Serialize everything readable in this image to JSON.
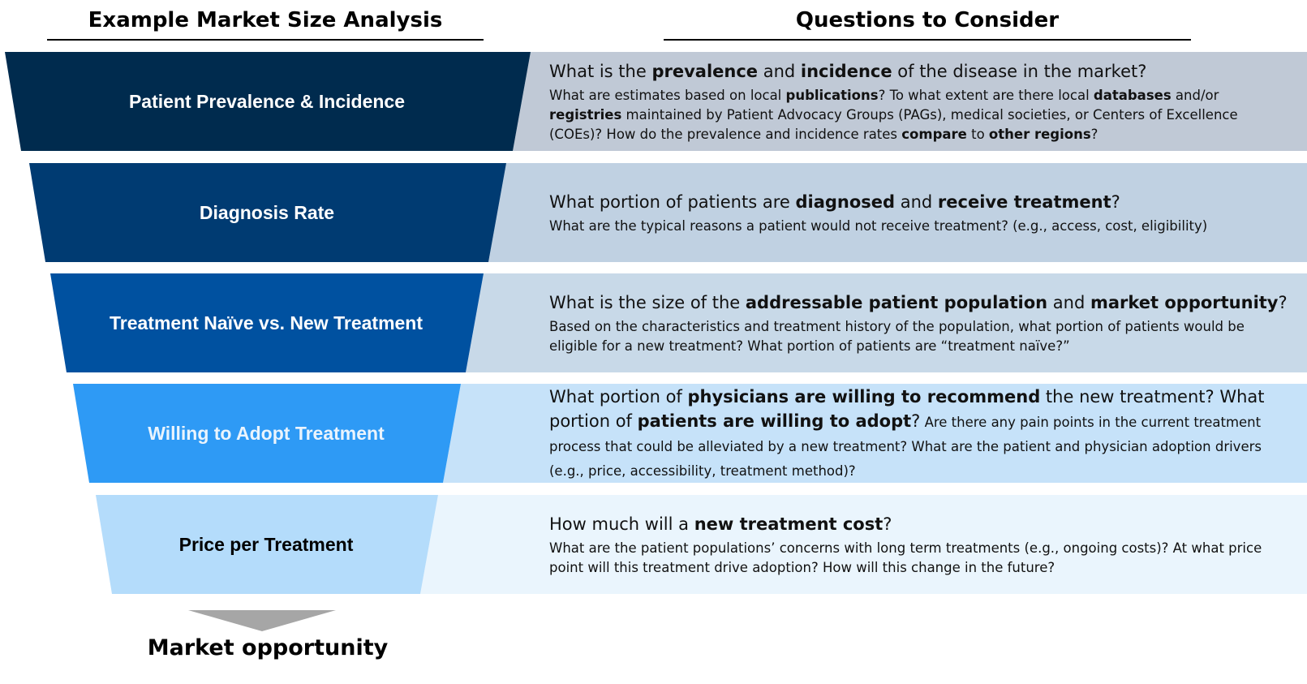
{
  "headers": {
    "left": "Example Market Size Analysis",
    "right": "Questions to Consider"
  },
  "stages": [
    {
      "label": "Patient Prevalence & Incidence",
      "color": "#002b4e",
      "text_color": "#ffffff",
      "panel_color": "#c0c9d6",
      "question_segments": [
        {
          "t": "What is the "
        },
        {
          "t": "prevalence",
          "b": true
        },
        {
          "t": " and "
        },
        {
          "t": "incidence",
          "b": true
        },
        {
          "t": " of the disease in the market?"
        }
      ],
      "detail_segments": [
        {
          "t": "What are estimates based on local "
        },
        {
          "t": "publications",
          "b": true
        },
        {
          "t": "? To what extent are there local "
        },
        {
          "t": "databases",
          "b": true
        },
        {
          "t": " and/or "
        },
        {
          "t": "registries",
          "b": true
        },
        {
          "t": " maintained by Patient Advocacy Groups (PAGs), medical societies, or Centers of Excellence (COEs)? How do the prevalence and incidence rates "
        },
        {
          "t": "compare",
          "b": true
        },
        {
          "t": " to "
        },
        {
          "t": "other regions",
          "b": true
        },
        {
          "t": "?"
        }
      ]
    },
    {
      "label": "Diagnosis Rate",
      "color": "#003b72",
      "text_color": "#ffffff",
      "panel_color": "#c0d1e2",
      "question_segments": [
        {
          "t": "What portion of patients are "
        },
        {
          "t": "diagnosed",
          "b": true
        },
        {
          "t": " and "
        },
        {
          "t": "receive treatment",
          "b": true
        },
        {
          "t": "?"
        }
      ],
      "detail_segments": [
        {
          "t": "What are the typical reasons a patient would not receive treatment? (e.g., access, cost, eligibility)"
        }
      ]
    },
    {
      "label": "Treatment Naïve vs. New Treatment",
      "color": "#0051a0",
      "text_color": "#ffffff",
      "panel_color": "#c8d9e8",
      "question_segments": [
        {
          "t": "What is the size of the "
        },
        {
          "t": "addressable patient population",
          "b": true
        },
        {
          "t": " and "
        },
        {
          "t": "market opportunity",
          "b": true
        },
        {
          "t": "?"
        }
      ],
      "detail_segments": [
        {
          "t": "Based on the characteristics and treatment history of the population, what portion of patients would be eligible for a new treatment? What portion of patients are “treatment naïve?”"
        }
      ]
    },
    {
      "label": "Willing to Adopt Treatment",
      "color": "#2e9af5",
      "text_color": "#eaf4fd",
      "panel_color": "#c6e2f9",
      "question_segments": [
        {
          "t": "What portion of "
        },
        {
          "t": "physicians are willing to recommend",
          "b": true
        },
        {
          "t": " the new treatment? What portion of "
        },
        {
          "t": "patients are willing to adopt",
          "b": true
        },
        {
          "t": "?"
        }
      ],
      "detail_segments": [
        {
          "t": " Are there any pain points in the current treatment process that could be alleviated by a new treatment? What are the patient and physician adoption drivers (e.g., price, accessibility, treatment method)?"
        }
      ]
    },
    {
      "label": "Price per Treatment",
      "color": "#b4dcfb",
      "text_color": "#000000",
      "panel_color": "#eaf5fd",
      "question_segments": [
        {
          "t": "How much will a "
        },
        {
          "t": "new treatment cost",
          "b": true
        },
        {
          "t": "?"
        }
      ],
      "detail_segments": [
        {
          "t": "What are the patient populations’ concerns with long term treatments (e.g., ongoing costs)? At what price point will this treatment drive adoption? How will this change in the future?"
        }
      ]
    }
  ],
  "result": {
    "label": "Market opportunity",
    "arrow_color": "#a6a6a6"
  }
}
